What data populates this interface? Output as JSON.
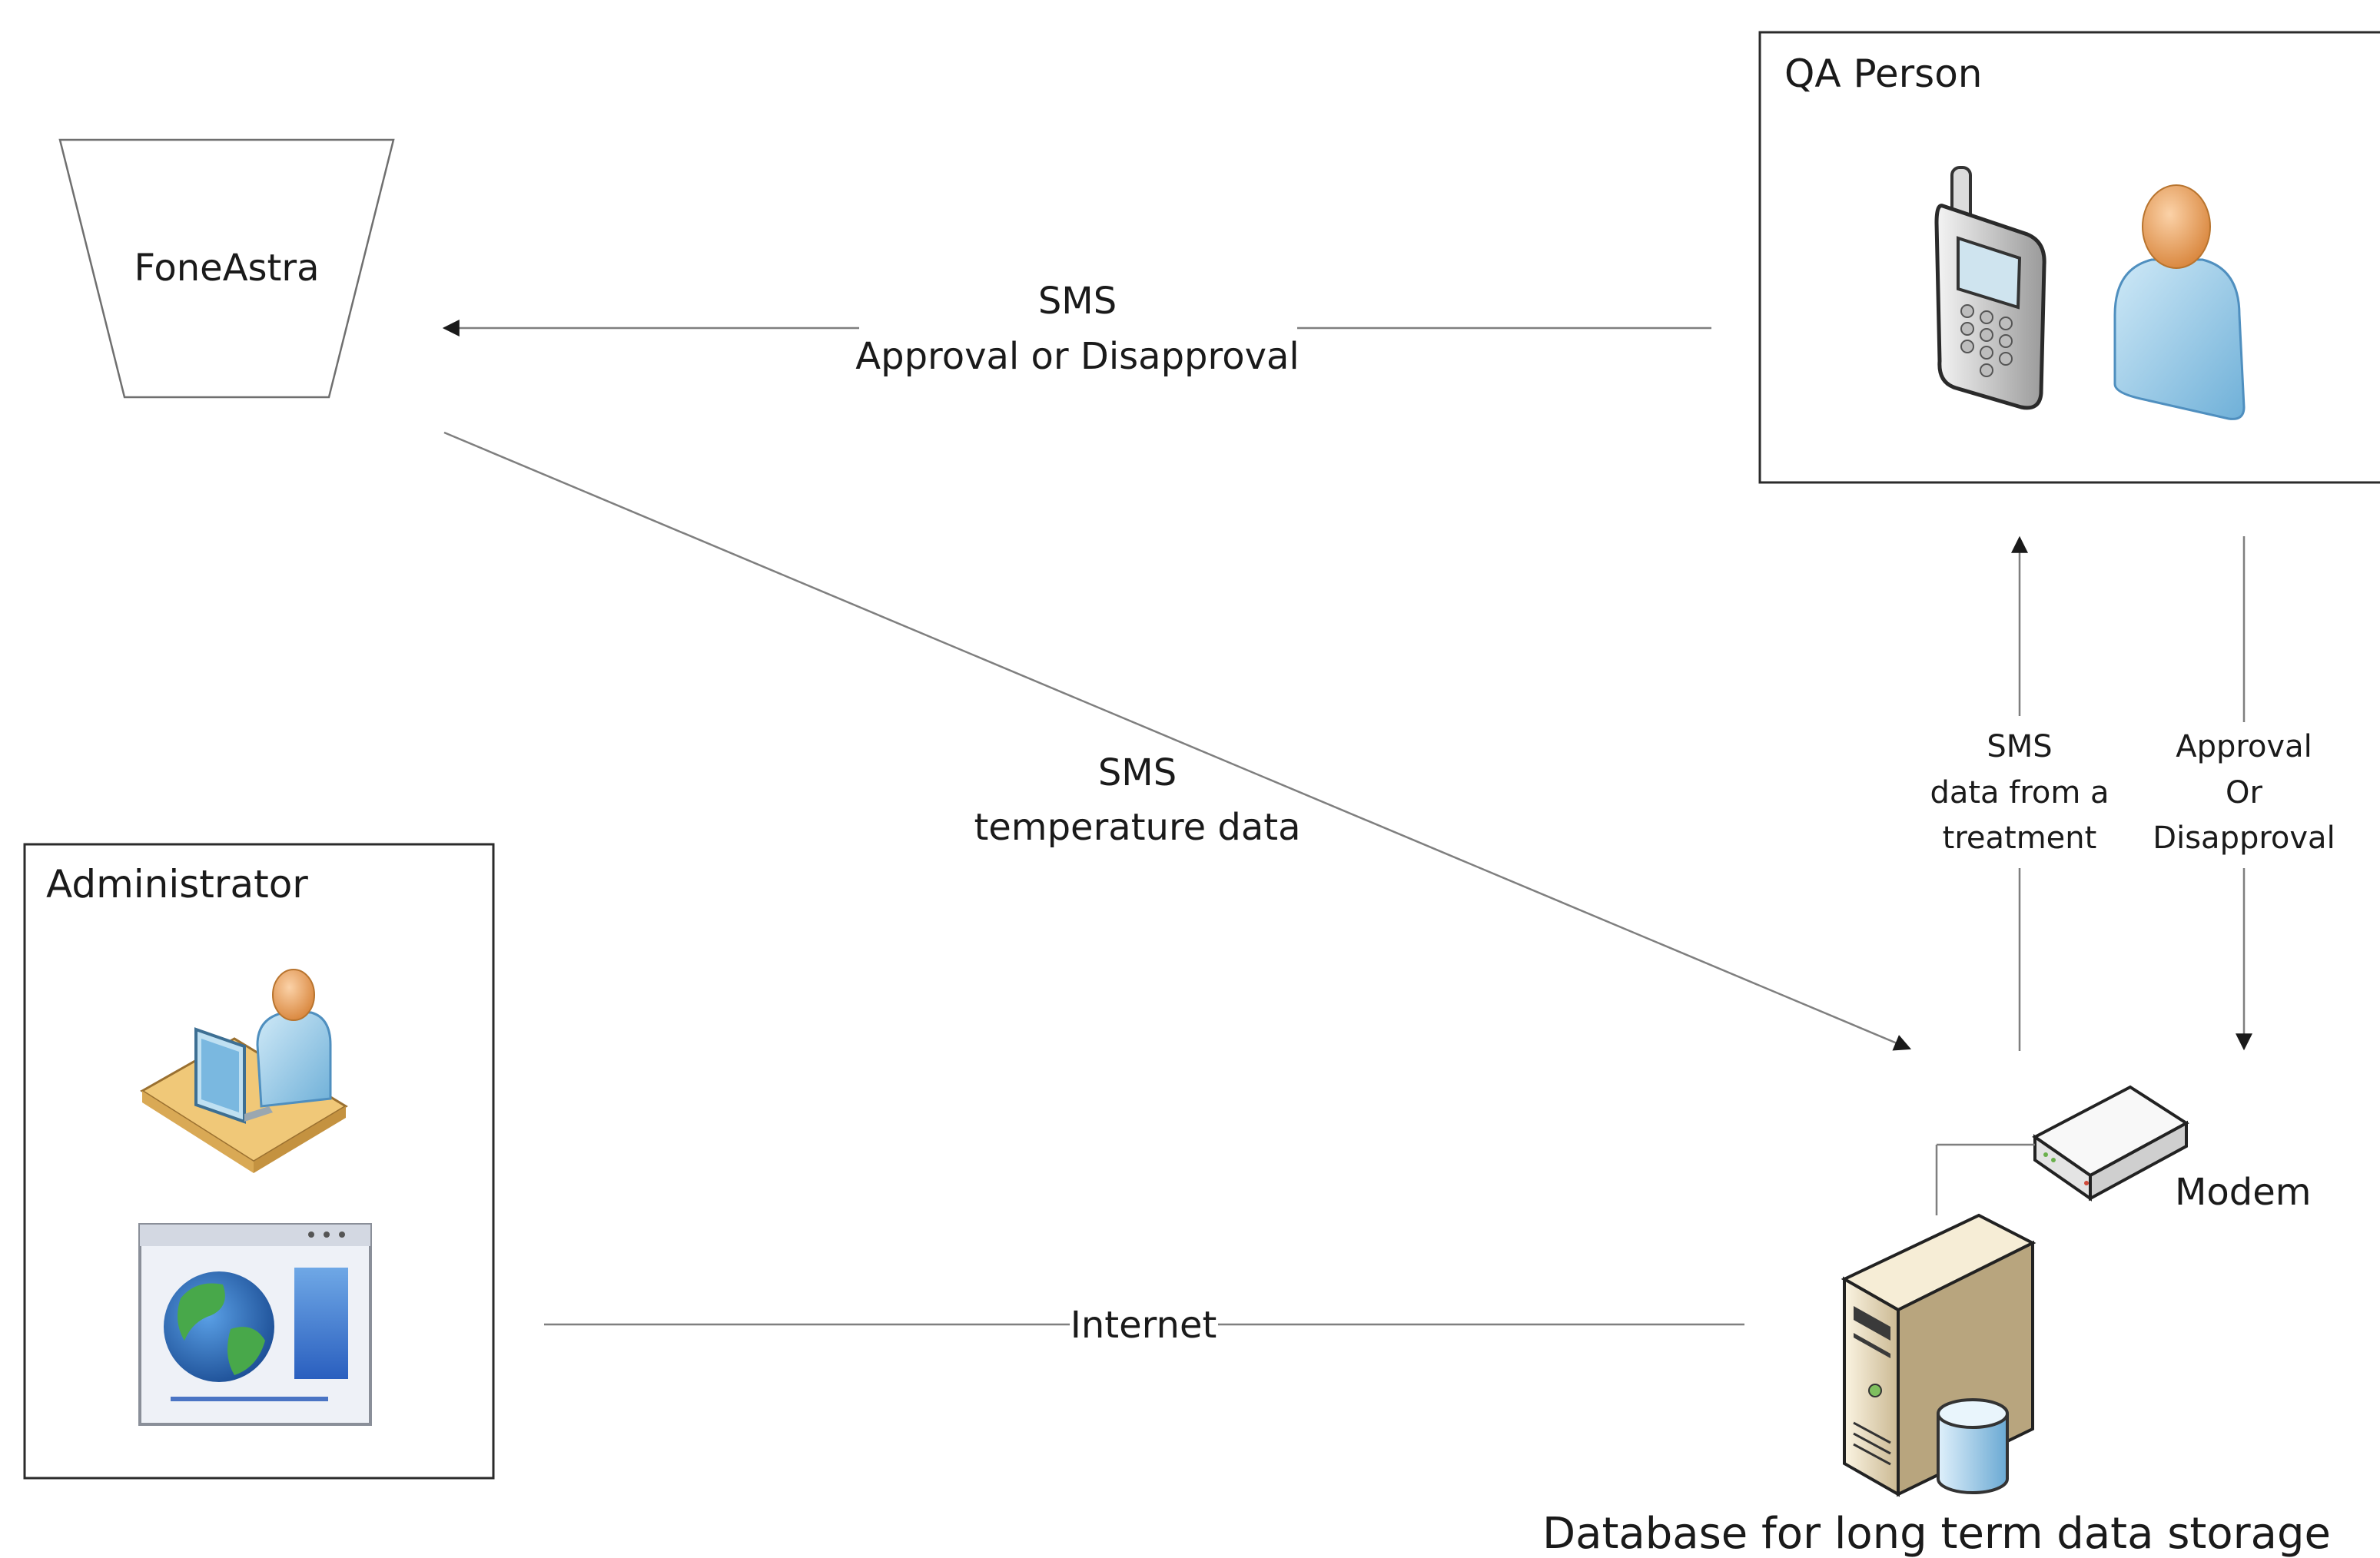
{
  "nodes": {
    "foneastra": {
      "label": "FoneAstra"
    },
    "qa_person": {
      "title": "QA Person",
      "icons": [
        "mobile-phone-icon",
        "user-icon"
      ]
    },
    "administrator": {
      "title": "Administrator",
      "icons": [
        "desk-user-icon",
        "web-browser-globe-icon"
      ]
    },
    "modem": {
      "label": "Modem",
      "icon": "modem-icon"
    },
    "database": {
      "label": "Database for long term data storage",
      "icon": "server-database-icon"
    }
  },
  "edges": {
    "qa_to_foneastra": {
      "line1": "SMS",
      "line2": "Approval or Disapproval"
    },
    "foneastra_to_db": {
      "line1": "SMS",
      "line2": "temperature data"
    },
    "db_to_qa": {
      "line1": "SMS",
      "line2": "data from a",
      "line3": "treatment"
    },
    "qa_to_db": {
      "line1": "Approval",
      "line2": "Or",
      "line3": "Disapproval"
    },
    "admin_db": {
      "label": "Internet"
    }
  },
  "colors": {
    "line": "#7f7f7f",
    "box_border": "#2b2b2b",
    "person_skin": "#e8a060",
    "person_body": "#8ec8e8",
    "globe_ocean": "#2a6fb8",
    "globe_land": "#3f9a3a",
    "server_body": "#e8dcc0"
  }
}
